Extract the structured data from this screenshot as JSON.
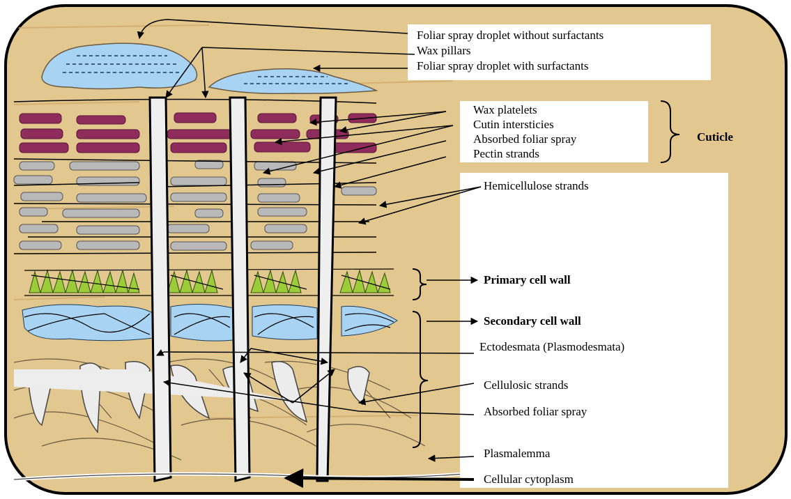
{
  "colors": {
    "parchment": "#e2c78f",
    "parchment_dark": "#cfa866",
    "droplet": "#a9d3f2",
    "wax_platelet": "#8e2c5c",
    "grey_strand": "#b9b9b9",
    "green_leaf": "#9ccc3a",
    "channel": "#e9e9e9"
  },
  "top_labels": {
    "droplet_without": "Foliar spray droplet without surfactants",
    "wax_pillars": "Wax pillars",
    "droplet_with": "Foliar spray droplet with surfactants"
  },
  "cuticle_labels": {
    "wax_platelets": "Wax platelets",
    "cutin_intersticies": "Cutin intersticies",
    "absorbed": "Absorbed foliar spray",
    "pectin": "Pectin strands",
    "group": "Cuticle"
  },
  "right_labels": {
    "hemicellulose": "Hemicellulose strands",
    "primary_wall": "Primary cell wall",
    "secondary_wall": "Secondary cell wall",
    "ectodesmata": "Ectodesmata (Plasmodesmata)",
    "cellulosic": "Cellulosic strands",
    "absorbed_spray": "Absorbed foliar spray",
    "plasmalemma": "Plasmalemma",
    "cytoplasm": "Cellular cytoplasm"
  }
}
